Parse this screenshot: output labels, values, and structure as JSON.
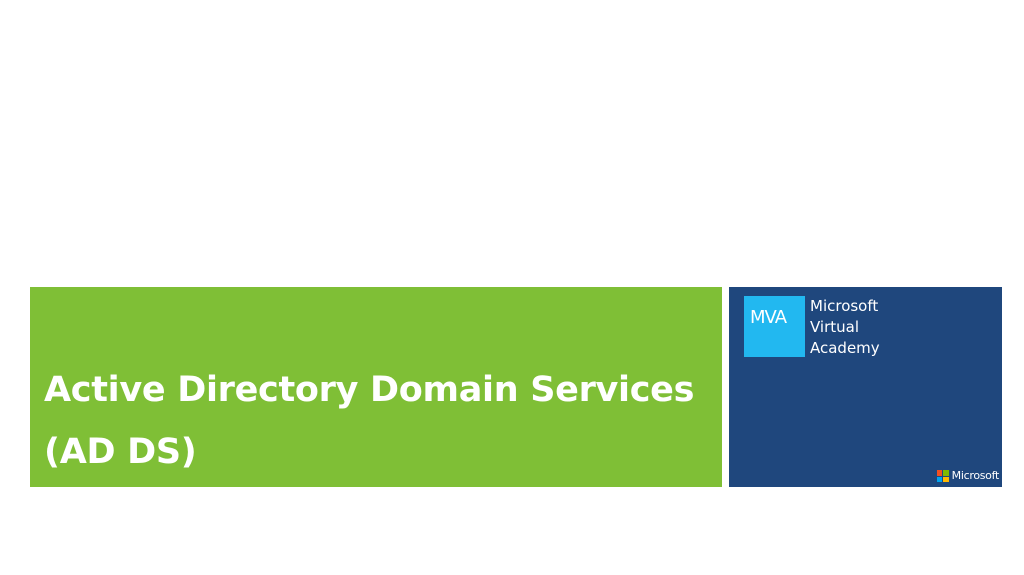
{
  "slide": {
    "title_lines": [
      "Active Directory Domain Services",
      "(AD DS)"
    ]
  },
  "brand": {
    "tile_text": "MVA",
    "name_lines": [
      "Microsoft",
      "Virtual",
      "Academy"
    ],
    "wordmark": "Microsoft"
  },
  "colors": {
    "title_panel": "#7fbf36",
    "brand_panel": "#1f477d",
    "mva_tile": "#22b8f0",
    "logo_squares": [
      "#f25022",
      "#7fba00",
      "#00a4ef",
      "#ffb900"
    ]
  },
  "icons": {
    "mva_tile": "mva-logo-tile",
    "ms_logo": "microsoft-four-squares-logo"
  }
}
